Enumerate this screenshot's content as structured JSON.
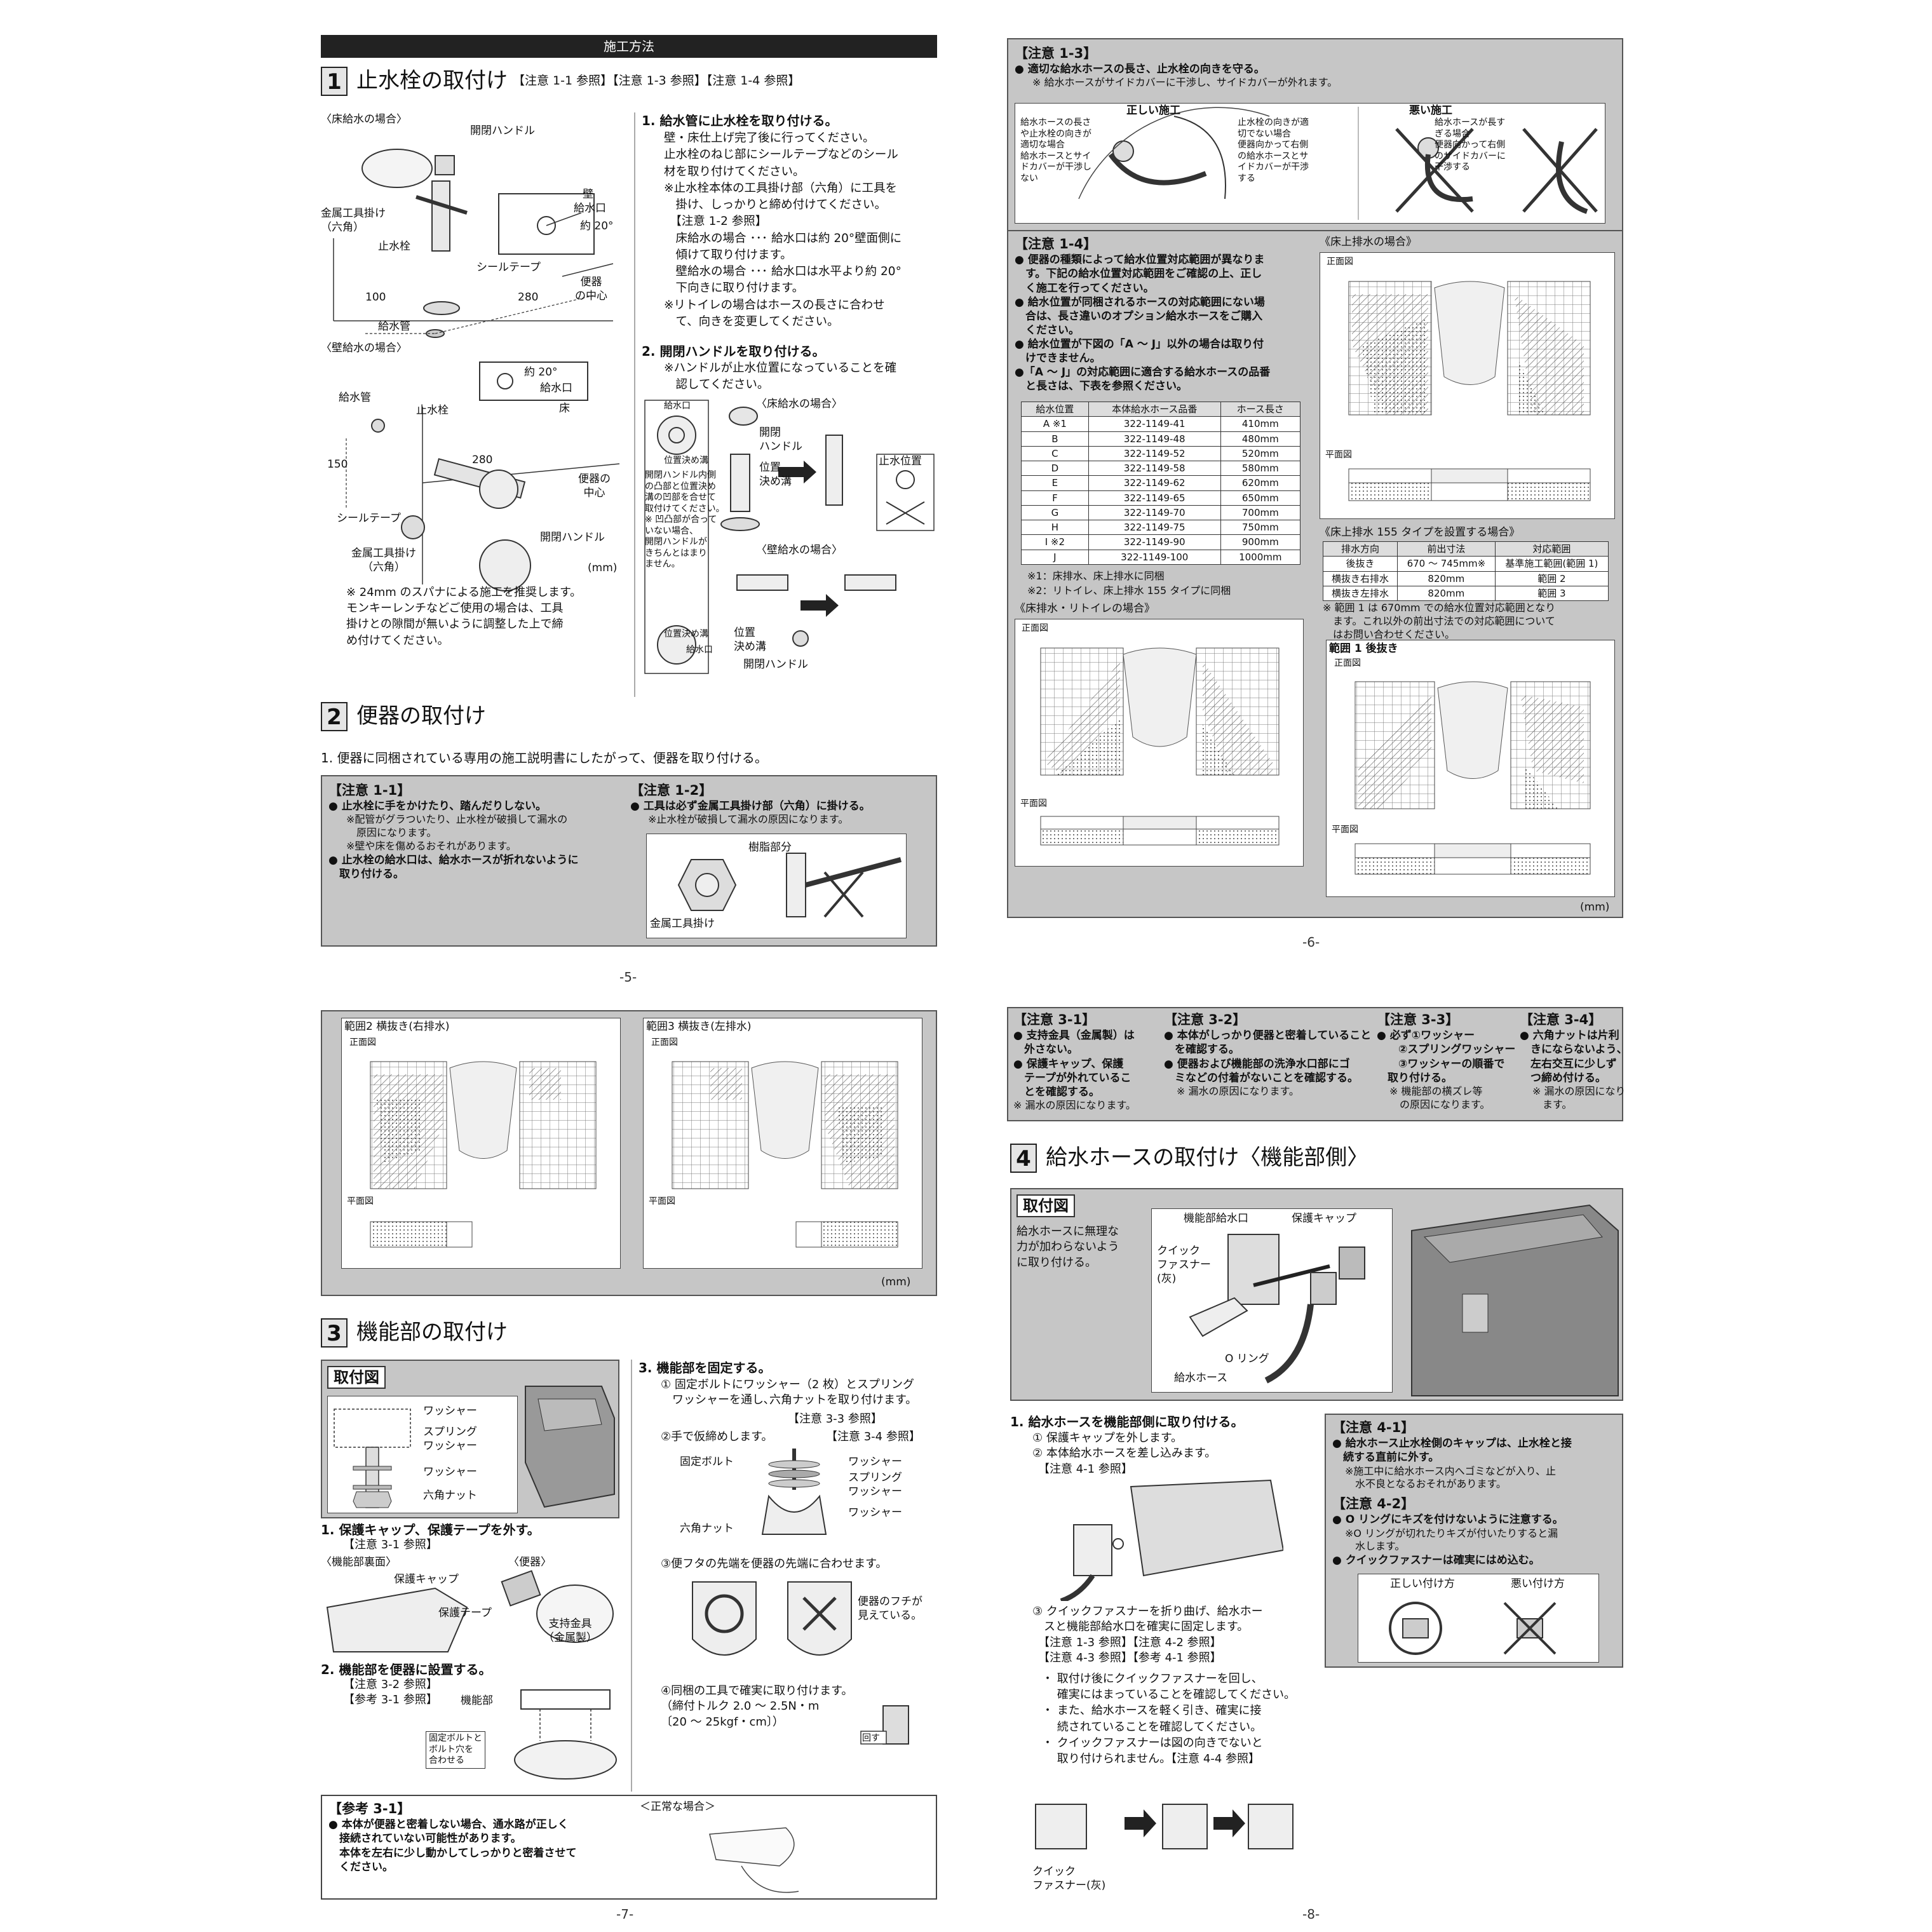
{
  "p5": {
    "header": "施工方法",
    "s1": {
      "num": "1",
      "title": "止水栓の取付け",
      "refs": "【注意 1-1 参照】【注意 1-3 参照】【注意 1-4 参照】"
    },
    "floor_case": "〈床給水の場合〉",
    "wall_case": "〈壁給水の場合〉",
    "fig1": {
      "handle": "開閉ハンドル",
      "bracket": "金属工具掛け\n（六角）",
      "valve": "止水栓",
      "pipe": "給水管",
      "tape": "シールテープ",
      "wall": "壁",
      "inlet": "給水口",
      "angle": "約 20°",
      "center": "便器\nの中心",
      "d100": "100",
      "d280": "280"
    },
    "fig2": {
      "angle": "約 20°",
      "inlet": "給水口",
      "floor": "床",
      "pipe": "給水管",
      "valve": "止水栓",
      "d150": "150",
      "d280": "280",
      "tape": "シールテープ",
      "center": "便器の\n中心",
      "bracket": "金属工具掛け\n（六角）",
      "handle": "開閉ハンドル",
      "mm": "(mm)"
    },
    "spanner_note": "※ 24mm のスパナによる施工を推奨します。\nモンキーレンチなどご使用の場合は、工具\n掛けとの隙間が無いように調整した上で締\nめ付けてください。",
    "step1_title": "1.  給水管に止水栓を取り付ける。",
    "step1_body": "壁・床仕上げ完了後に行ってください。\n止水栓のねじ部にシールテープなどのシール\n材を取り付けてください。\n※止水栓本体の工具掛け部（六角）に工具を\n　掛け、しっかりと締め付けてください。\n　【注意 1-2 参照】\n　床給水の場合 ･･･ 給水口は約 20°壁面側に\n　傾けて取り付けます。\n　壁給水の場合 ･･･ 給水口は水平より約 20°\n　下向きに取り付けます。\n※リトイレの場合はホースの長さに合わせ\n　て、向きを変更してください。",
    "step2_title": "2.  開閉ハンドルを取り付ける。",
    "step2_body": "※ハンドルが止水位置になっていることを確\n　認してください。",
    "fig3": {
      "floor": "〈床給水の場合〉",
      "wall": "〈壁給水の場合〉",
      "handle": "開閉\nハンドル",
      "groove": "位置\n決め溝",
      "stop": "止水位置",
      "groove2": "位置\n決め溝",
      "handle2": "開閉ハンドル",
      "inlet": "給水口",
      "inlet2": "給水口",
      "groove3": "位置決め溝",
      "groove4": "位置決め溝",
      "inner": "開閉ハンドル内側\nの凸部と位置決め\n溝の凹部を合せて\n取付けてください。\n※ 凹凸部が合って\nいない場合、\n開閉ハンドルが\nきちんとはまり\nません。"
    },
    "s2": {
      "num": "2",
      "title": "便器の取付け"
    },
    "s2_step": "1.  便器に同梱されている専用の施工説明書にしたがって、便器を取り付ける。",
    "c11": {
      "title": "【注意 1-1】",
      "b1": "● 止水栓に手をかけたり、踏んだりしない。",
      "n1": "※配管がグラついたり、止水栓が破損して漏水の\n　原因になります。\n※壁や床を傷めるおそれがあります。",
      "b2": "● 止水栓の給水口は、給水ホースが折れないように\n　取り付ける。"
    },
    "c12": {
      "title": "【注意 1-2】",
      "b1": "● 工具は必ず金属工具掛け部（六角）に掛ける。",
      "n1": "※止水栓が破損して漏水の原因になります。",
      "resin": "樹脂部分",
      "metal": "金属工具掛け"
    },
    "page": "-5-"
  },
  "p6": {
    "c13": {
      "title": "【注意 1-3】",
      "b1": "● 適切な給水ホースの長さ、止水栓の向きを守る。",
      "n1": "※ 給水ホースがサイドカバーに干渉し、サイドカバーが外れます。",
      "ok": "正しい施工",
      "ng": "悪い施工",
      "ok1": "給水ホースの長さ\nや止水栓の向きが\n適切な場合\n給水ホースとサイ\nドカバーが干渉し\nない",
      "ng1": "止水栓の向きが適\n切でない場合\n便器向かって右側\nの給水ホースとサ\nイドカバーが干渉\nする",
      "ng2": "給水ホースが長す\nぎる場合\n便器向かって右側\nのサイドカバーに\n干渉する"
    },
    "c14": {
      "title": "【注意 1-4】",
      "b1": "● 便器の種類によって給水位置対応範囲が異なりま\n　す。下記の給水位置対応範囲をご確認の上、正し\n　く施工を行ってください。",
      "b2": "● 給水位置が同梱されるホースの対応範囲にない場\n　合は、長さ違いのオプション給水ホースをご購入\n　ください。",
      "b3": "● 給水位置が下図の「A ～ J」以外の場合は取り付\n　けできません。",
      "b4": "●「A ～ J」の対応範囲に適合する給水ホースの品番\n　と長さは、下表を参照ください。"
    },
    "hose_table": {
      "headers": [
        "給水位置",
        "本体給水ホース品番",
        "ホース長さ"
      ],
      "rows": [
        [
          "A ※1",
          "322-1149-41",
          "410mm"
        ],
        [
          "B",
          "322-1149-48",
          "480mm"
        ],
        [
          "C",
          "322-1149-52",
          "520mm"
        ],
        [
          "D",
          "322-1149-58",
          "580mm"
        ],
        [
          "E",
          "322-1149-62",
          "620mm"
        ],
        [
          "F",
          "322-1149-65",
          "650mm"
        ],
        [
          "G",
          "322-1149-70",
          "700mm"
        ],
        [
          "H",
          "322-1149-75",
          "750mm"
        ],
        [
          "I ※2",
          "322-1149-90",
          "900mm"
        ],
        [
          "J",
          "322-1149-100",
          "1000mm"
        ]
      ]
    },
    "fn1": "※1：床排水、床上排水に同梱",
    "fn2": "※2：リトイレ、床上排水 155 タイプに同梱",
    "floor_drain": "《床排水・リトイレの場合》",
    "above_drain": "《床上排水の場合》",
    "above155": "《床上排水 155 タイプを設置する場合》",
    "t155": {
      "headers": [
        "排水方向",
        "前出寸法",
        "対応範囲"
      ],
      "rows": [
        [
          "後抜き",
          "670 ～ 745mm※",
          "基準施工範囲(範囲 1)"
        ],
        [
          "横抜き右排水",
          "820mm",
          "範囲 2"
        ],
        [
          "横抜き左排水",
          "820mm",
          "範囲 3"
        ]
      ]
    },
    "t155note": "※ 範囲 1 は 670mm での給水位置対応範囲となり\n　ます。これ以外の前出寸法での対応範囲について\n　はお問い合わせください。",
    "range1": "範囲 1 後抜き",
    "front": "正面図",
    "plan": "平面図",
    "mm": "(mm)",
    "page": "-6-"
  },
  "p7": {
    "range2": "範囲2 横抜き(右排水)",
    "range3": "範囲3 横抜き(左排水)",
    "front": "正面図",
    "plan": "平面図",
    "mm": "(mm)",
    "s3": {
      "num": "3",
      "title": "機能部の取付け"
    },
    "fig_title": "取付図",
    "washer": "ワッシャー",
    "spring": "スプリング\nワッシャー",
    "washer2": "ワッシャー",
    "nut": "六角ナット",
    "step1": "1.  保護キャップ、保護テープを外す。",
    "step1ref": "【注意 3-1 参照】",
    "back": "〈機能部裏面〉",
    "bowl": "〈便器〉",
    "cap": "保護キャップ",
    "tape": "保護テープ",
    "support": "支持金具\n（金属製）",
    "step2": "2.  機能部を便器に設置する。",
    "step2ref": "【注意 3-2 参照】\n【参考 3-1 参照】",
    "func": "機能部",
    "boltnote": "固定ボルトと\nボルト穴を\n合わせる",
    "step3": "3.  機能部を固定する。",
    "step3a": "① 固定ボルトにワッシャー（2 枚）とスプリング\n　ワッシャーを通し､六角ナットを取り付けます。",
    "step3aref": "【注意 3-3 参照】",
    "step3b": "②手で仮締めします。",
    "step3bref": "【注意 3-4 参照】",
    "bolt": "固定ボルト",
    "w_a": "ワッシャー",
    "w_b": "スプリング\nワッシャー",
    "w_c": "ワッシャー",
    "nut2": "六角ナット",
    "step3c": "③便フタの先端を便器の先端に合わせます。",
    "edge": "便器のフチが\n見えている。",
    "step3d": "④同梱の工具で確実に取り付けます。\n（締付トルク 2.0 ～ 2.5N・m\n〔20 ～ 25kgf・cm〕）",
    "turn": "回す",
    "ref31": {
      "title": "【参考 3-1】",
      "b1": "● 本体が便器と密着しない場合、通水路が正しく\n　接続されていない可能性があります。\n　本体を左右に少し動かしてしっかりと密着させて\n　ください。",
      "normal": "＜正常な場合＞"
    },
    "page": "-7-"
  },
  "p8": {
    "c31": {
      "title": "【注意 3-1】",
      "b1": "● 支持金具（金属製）は\n　外さない。",
      "b2": "● 保護キャップ、保護\n　テープが外れているこ\n　とを確認する。",
      "n": "※ 漏水の原因になります。"
    },
    "c32": {
      "title": "【注意 3-2】",
      "b1": "● 本体がしっかり便器と密着していること\n　を確認する。",
      "b2": "● 便器および機能部の洗浄水口部にゴ\n　ミなどの付着がないことを確認する。",
      "n": "※ 漏水の原因になります。"
    },
    "c33": {
      "title": "【注意 3-3】",
      "b1": "● 必ず①ワッシャー\n　　②スプリングワッシャー\n　　③ワッシャーの順番で\n　取り付ける。",
      "n": "※ 機能部の横ズレ等\n　の原因になります。"
    },
    "c34": {
      "title": "【注意 3-4】",
      "b1": "● 六角ナットは片利\n　きにならないよう、\n　左右交互に少しず\n　つ締め付ける。",
      "n": "※ 漏水の原因になり\n　ます。"
    },
    "s4": {
      "num": "4",
      "title": "給水ホースの取付け〈機能部側〉"
    },
    "fig_title": "取付図",
    "fig_desc": "給水ホースに無理な\n力が加わらないよう\nに取り付ける。",
    "inlet": "機能部給水口",
    "cap": "保護キャップ",
    "qf": "クイック\nファスナー\n(灰)",
    "oring": "O リング",
    "hose": "給水ホース",
    "step1": "1.  給水ホースを機能部側に取り付ける。",
    "step1a": "① 保護キャップを外します。\n② 本体給水ホースを差し込みます。\n　【注意 4-1 参照】",
    "step1b": "③ クイックファスナーを折り曲げ、給水ホー\n　スと機能部給水口を確実に固定します。\n　【注意 1-3 参照】【注意 4-2 参照】\n　【注意 4-3 参照】【参考 4-1 参照】",
    "step1c": "・ 取付け後にクイックファスナーを回し、\n　 確実にはまっていることを確認してください。\n・ また、給水ホースを軽く引き、確実に接\n　 続されていることを確認してください。\n・ クイックファスナーは図の向きでないと\n　 取り付けられません。【注意 4-4 参照】",
    "qf2": "クイック\nファスナー(灰)",
    "c41": {
      "title": "【注意 4-1】",
      "b1": "● 給水ホース止水栓側のキャップは、止水栓と接\n　続する直前に外す。",
      "n1": "※施工中に給水ホース内へゴミなどが入り、止\n　水不良となるおそれがあります。"
    },
    "c42": {
      "title": "【注意 4-2】",
      "b1": "● O リングにキズを付けないように注意する。",
      "n1": "※O リングが切れたりキズが付いたりすると漏\n　水します。",
      "b2": "● クイックファスナーは確実にはめ込む。",
      "ok": "正しい付け方",
      "ng": "悪い付け方"
    },
    "page": "-8-"
  }
}
